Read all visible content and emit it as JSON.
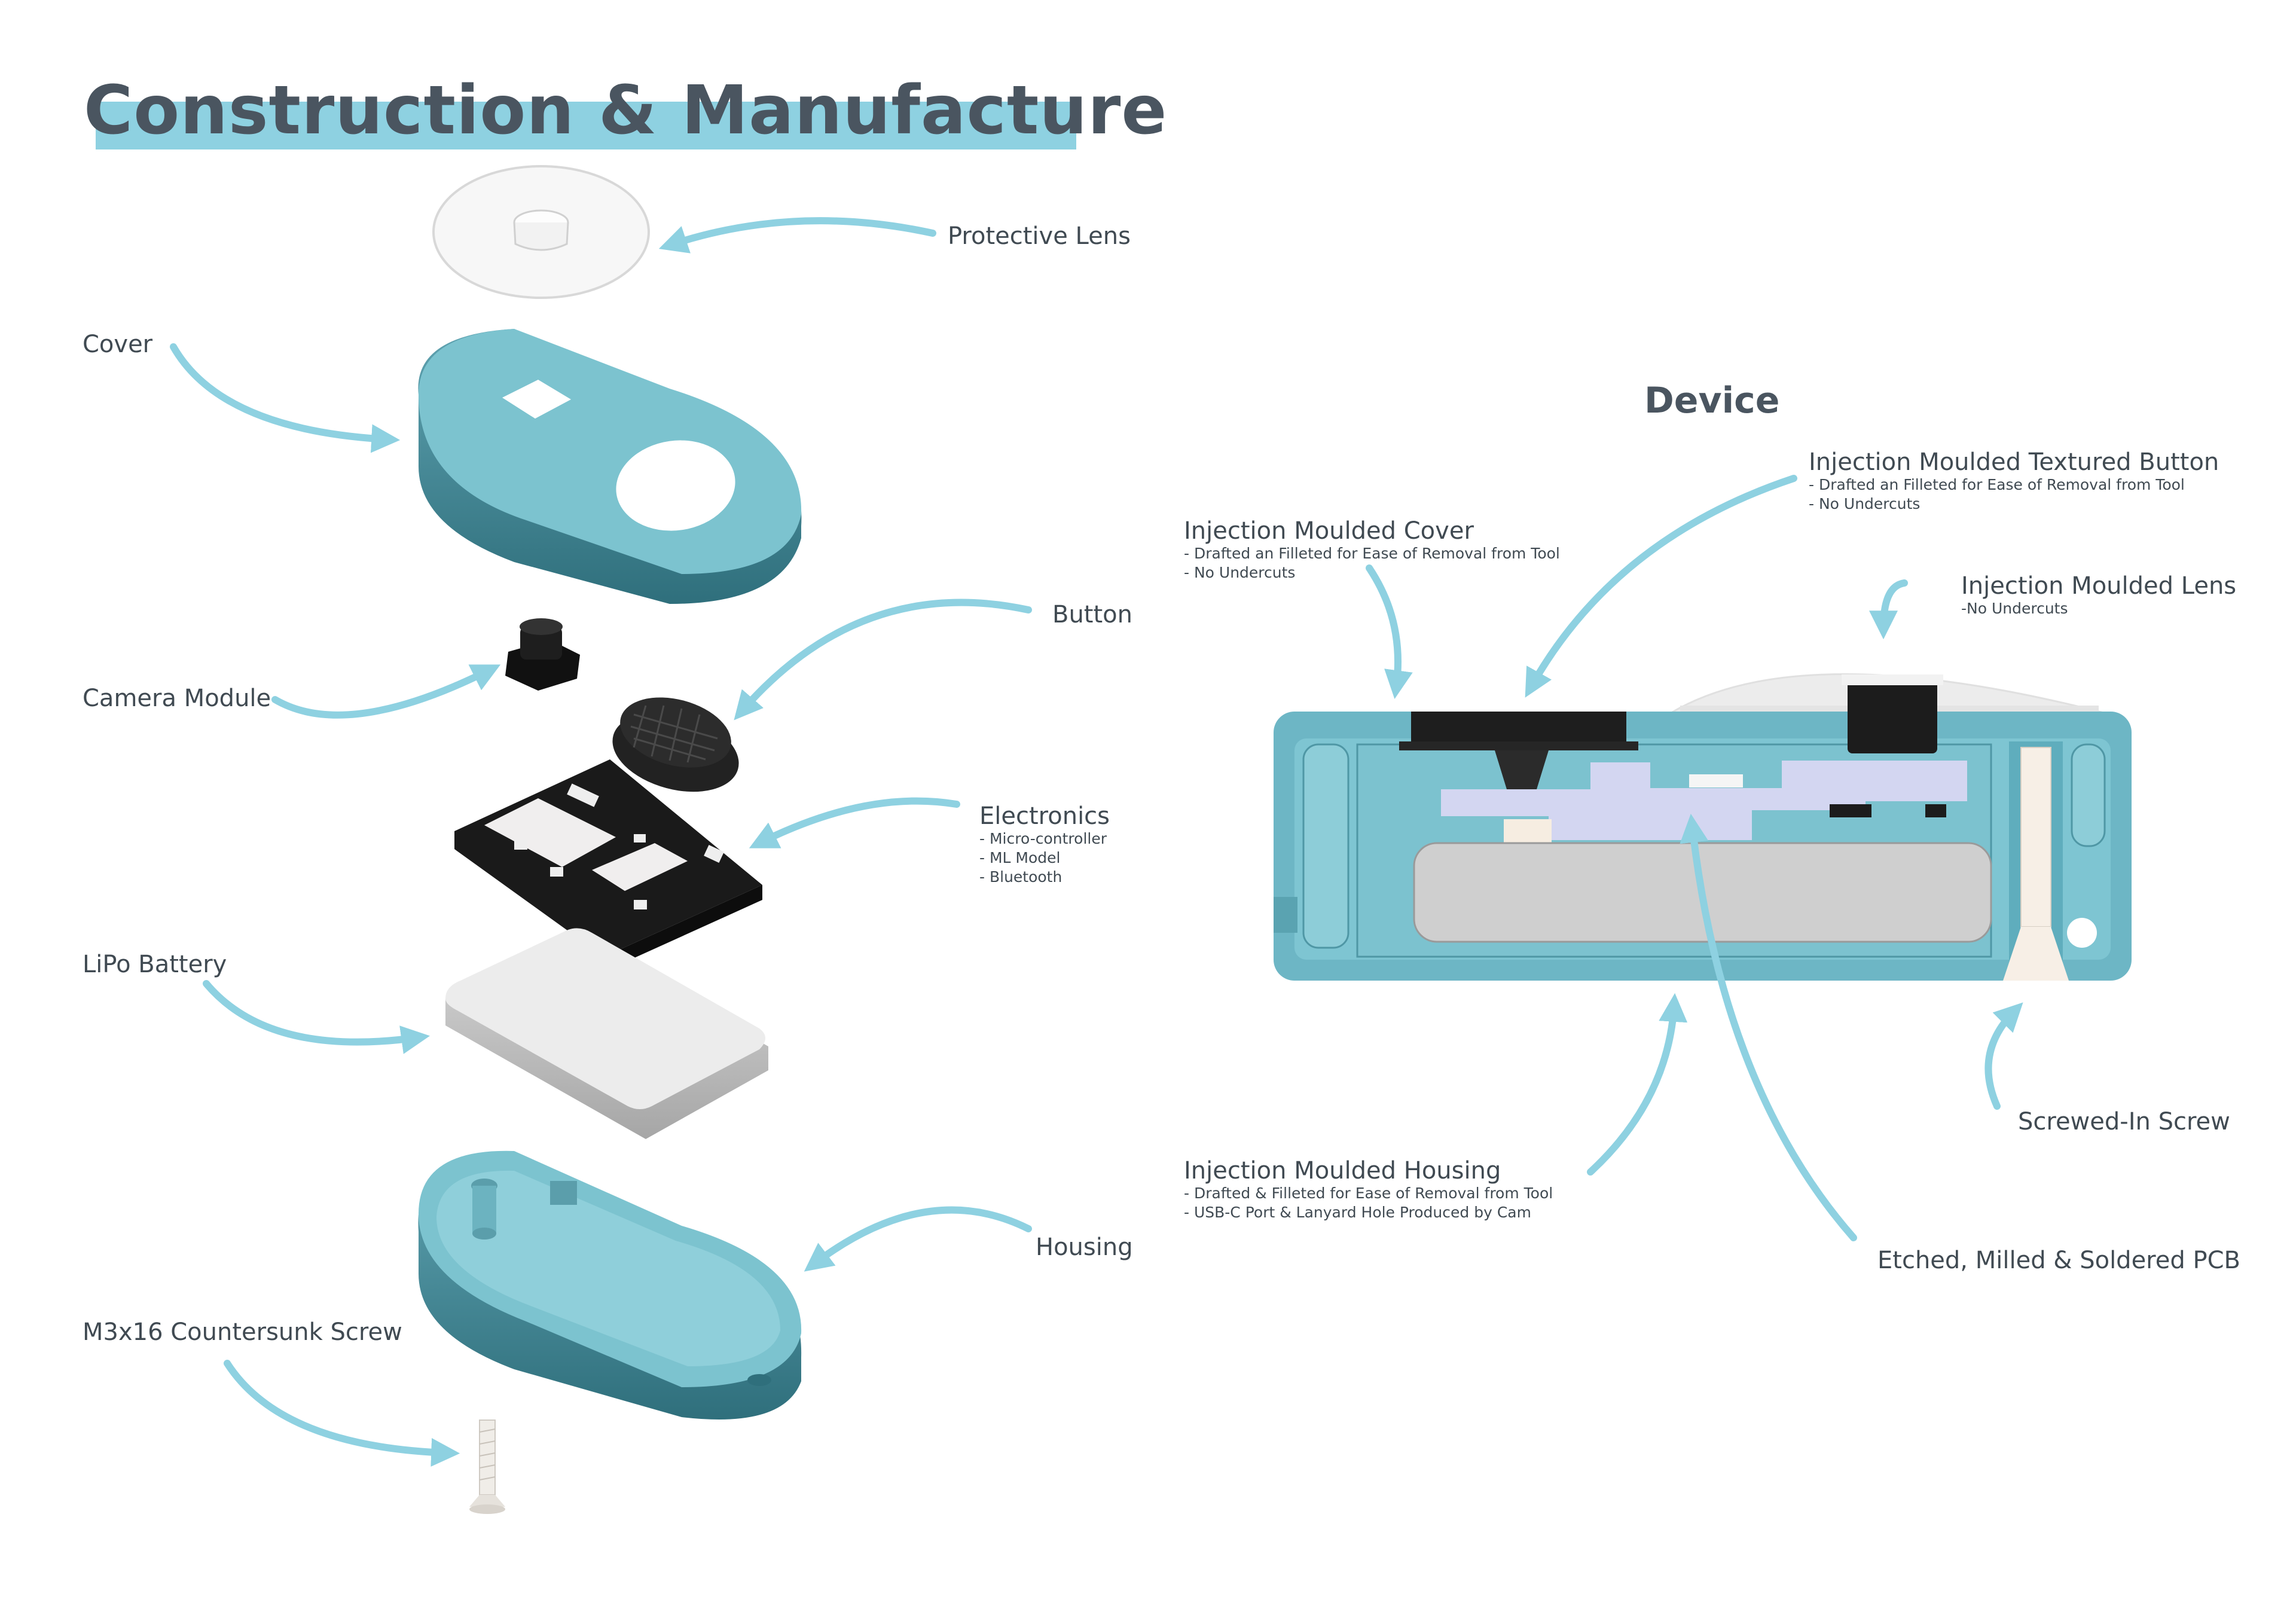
{
  "title": "Construction & Manufacture",
  "device_title": "Device",
  "exploded_labels": {
    "protective_lens": "Protective Lens",
    "cover": "Cover",
    "button": "Button",
    "camera_module": "Camera Module",
    "electronics": "Electronics",
    "electronics_notes": [
      "- Micro-controller",
      "- ML Model",
      "- Bluetooth"
    ],
    "lipo_battery": "LiPo Battery",
    "housing": "Housing",
    "screw": "M3x16 Countersunk Screw"
  },
  "device_labels": {
    "cover": "Injection Moulded Cover",
    "cover_notes": [
      "- Drafted an Filleted for Ease of Removal from Tool",
      "- No Undercuts"
    ],
    "button": "Injection Moulded Textured Button",
    "button_notes": [
      "- Drafted an Filleted for Ease of Removal from Tool",
      "- No Undercuts"
    ],
    "lens": "Injection Moulded Lens",
    "lens_notes": [
      "-No Undercuts"
    ],
    "housing": "Injection Moulded Housing",
    "housing_notes": [
      "- Drafted & Filleted for Ease of Removal from Tool",
      "- USB-C Port & Lanyard Hole Produced by Cam"
    ],
    "screw": "Screwed-In Screw",
    "pcb": "Etched, Milled & Soldered PCB"
  },
  "colors": {
    "accent": "#8ed1e1",
    "teal_shell": "#78bfcc",
    "teal_dark": "#3f7f8c",
    "text": "#404a52",
    "pcb_black": "#1a1a1a",
    "pcb_section": "#d4d6f0",
    "battery": "#cfcfcf"
  }
}
